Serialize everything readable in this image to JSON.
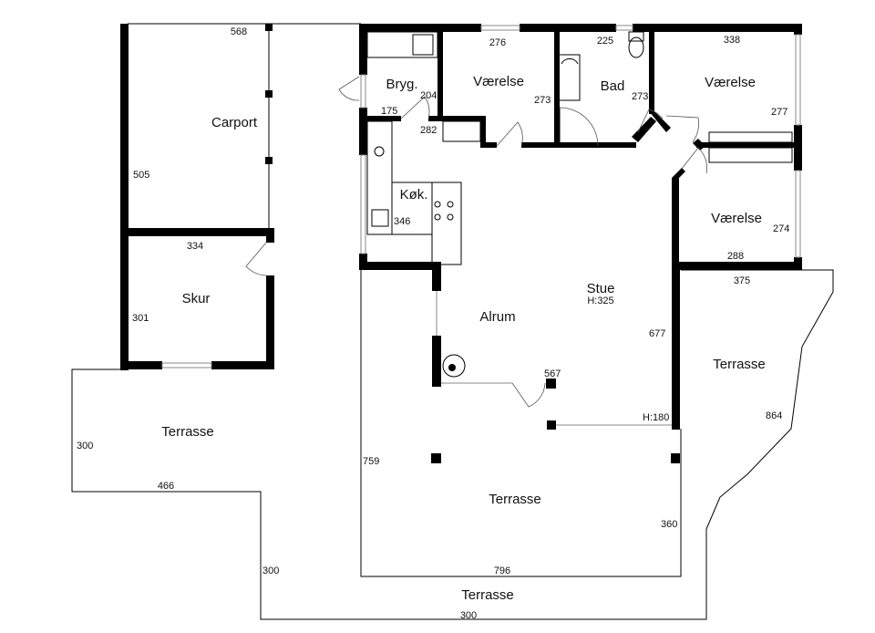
{
  "rooms": {
    "carport": "Carport",
    "skur": "Skur",
    "bryg": "Bryg.",
    "vaerelse1": "Værelse",
    "bad": "Bad",
    "vaerelse2": "Værelse",
    "kok": "Køk.",
    "vaerelse3": "Værelse",
    "stue": "Stue",
    "stue_height": "H:325",
    "alrum": "Alrum",
    "terrasse_left": "Terrasse",
    "terrasse_center": "Terrasse",
    "terrasse_right": "Terrasse",
    "terrasse_bottom": "Terrasse"
  },
  "dimensions": {
    "carport_top": "568",
    "carport_side": "505",
    "skur_top": "334",
    "skur_side": "301",
    "bryg_side": "204",
    "bryg_bottom": "175",
    "vaerelse1_top": "276",
    "vaerelse1_side": "273",
    "bad_top": "225",
    "bad_side": "273",
    "vaerelse2_top": "338",
    "vaerelse2_side": "277",
    "kok_top": "282",
    "kok_side": "346",
    "vaerelse3_side": "274",
    "vaerelse3_bottom": "288",
    "right_terrace_top": "375",
    "stue_side": "677",
    "alrum_dim": "567",
    "window_height": "H:180",
    "right_terrace_side": "864",
    "left_terrace_side": "300",
    "left_terrace_bottom": "466",
    "center_terrace_side": "759",
    "center_terrace_right": "360",
    "center_terrace_bottom": "796",
    "bottom_terrace_side": "300",
    "bottom_terrace_bottom": "300"
  }
}
